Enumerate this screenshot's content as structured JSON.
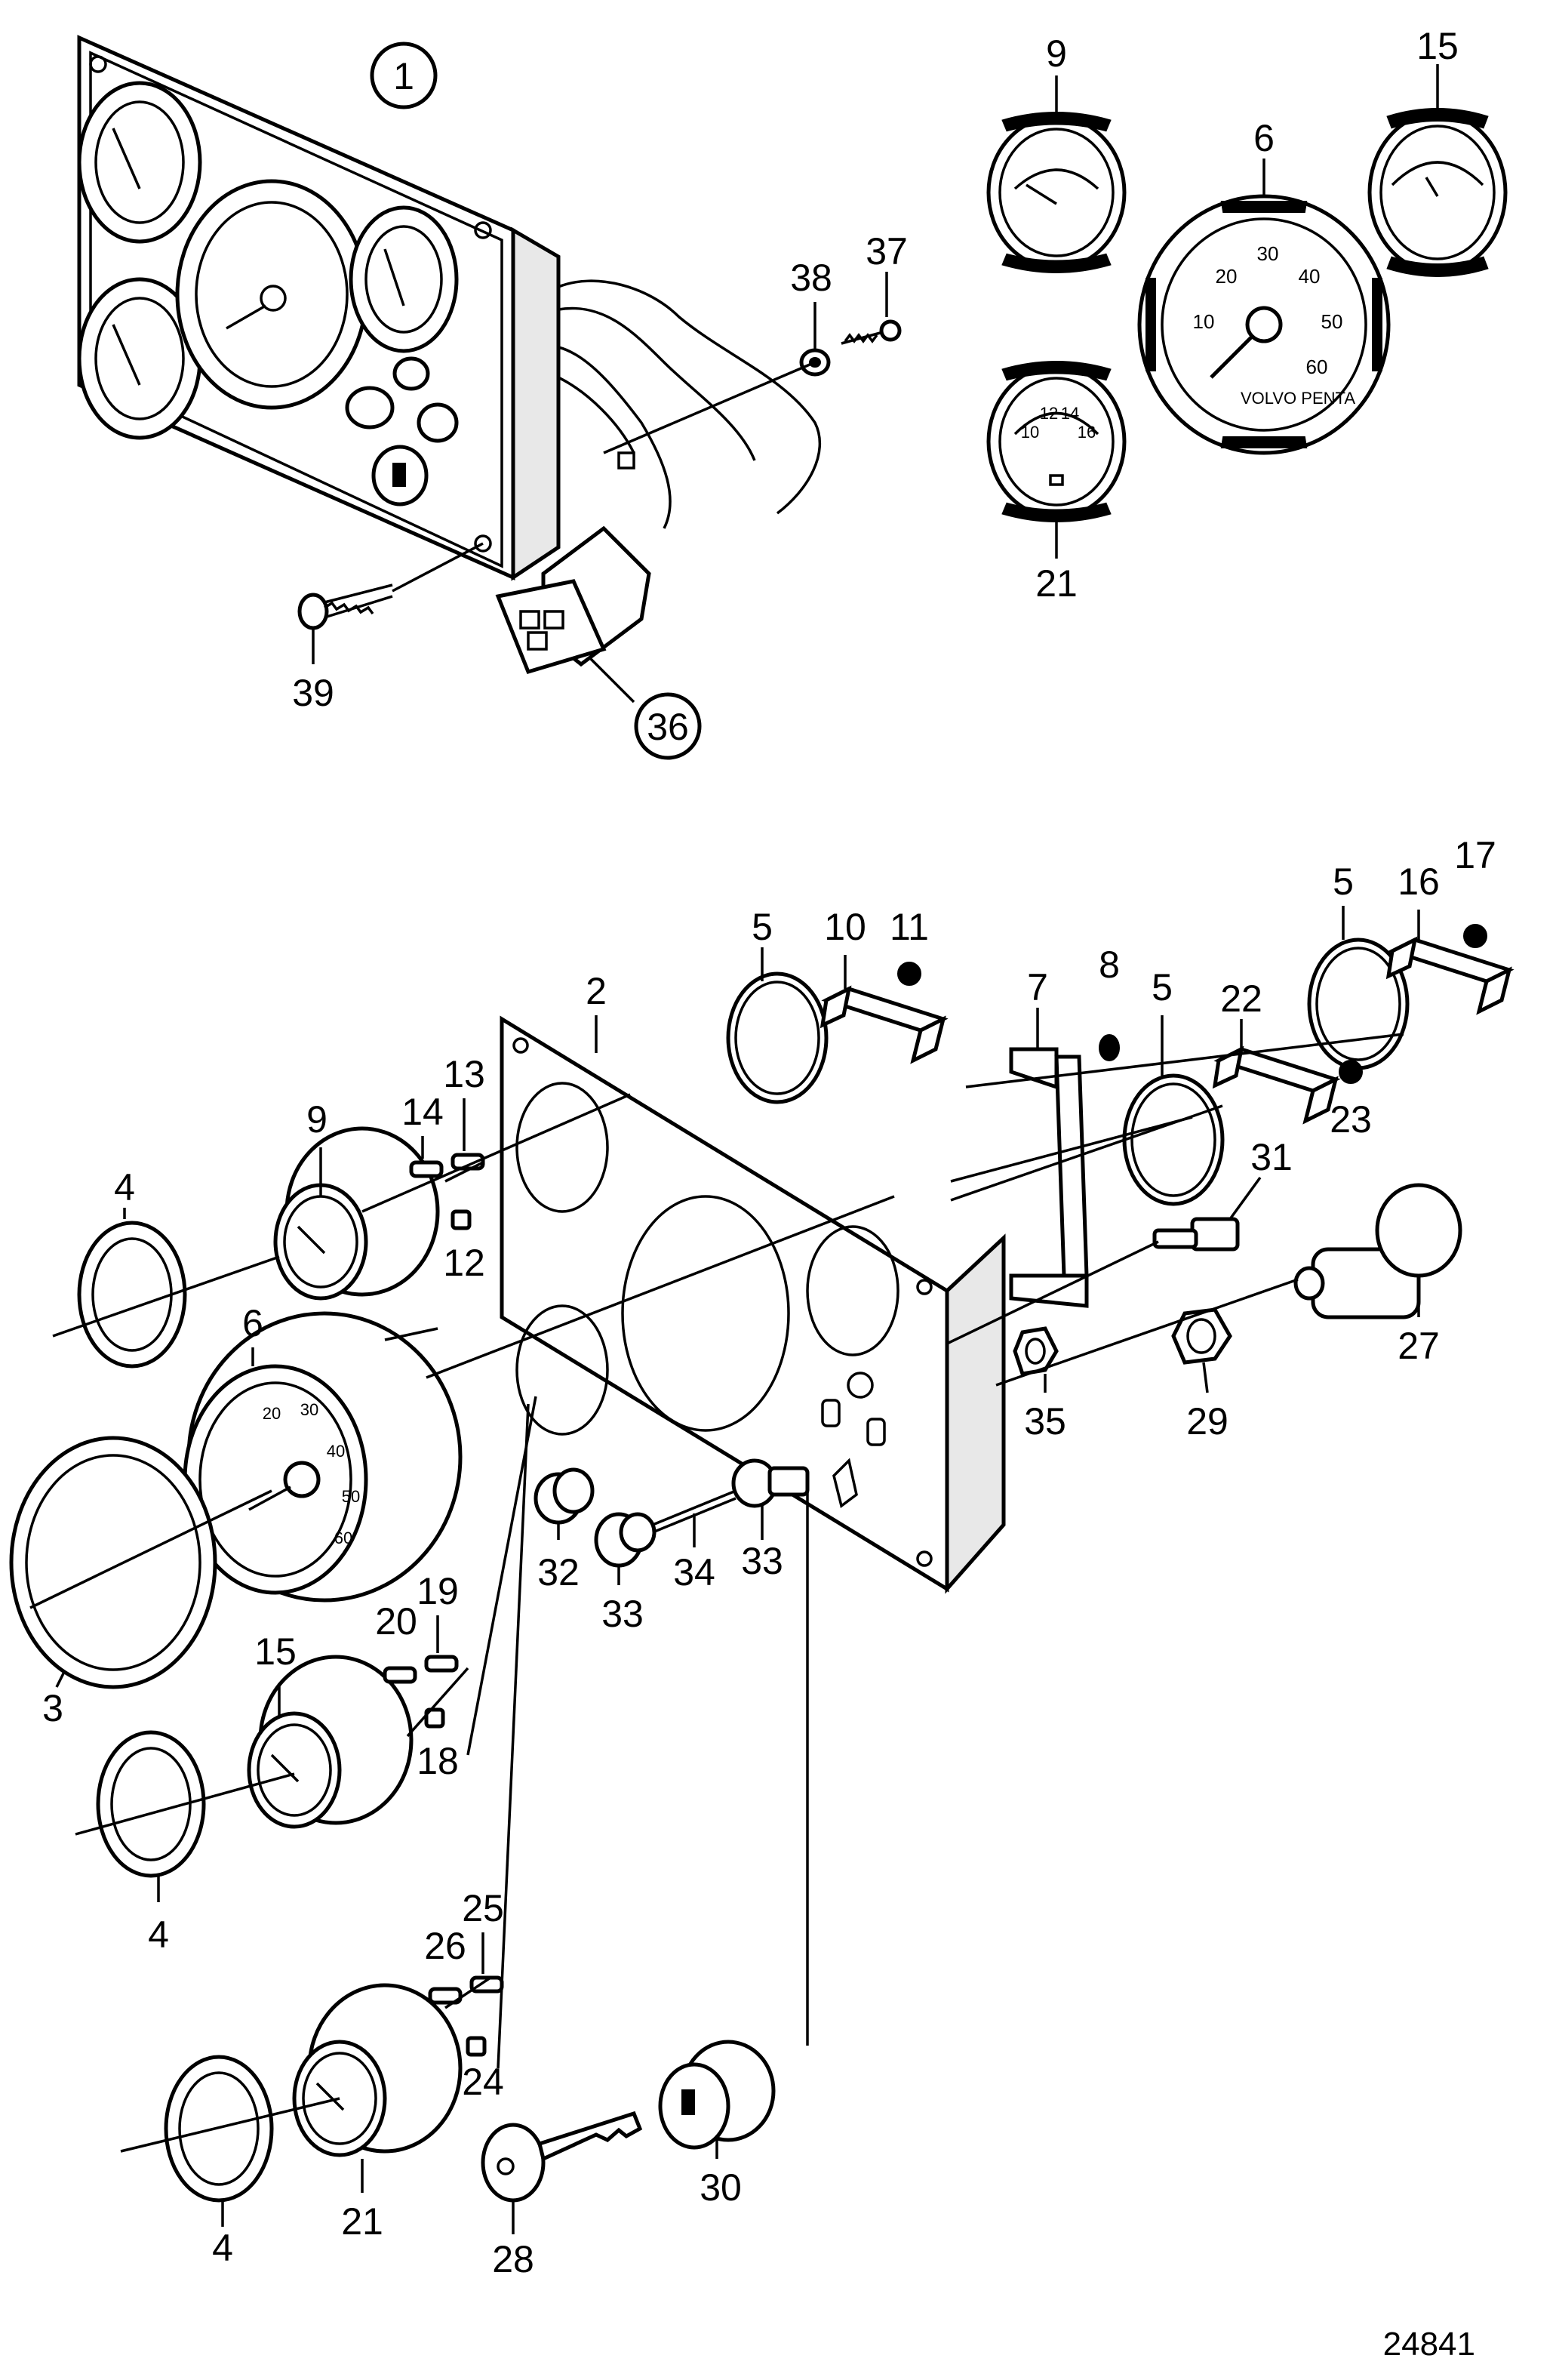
{
  "callouts": {
    "c1": "1",
    "c2": "2",
    "c3": "3",
    "c4a": "4",
    "c4b": "4",
    "c4c": "4",
    "c5a": "5",
    "c5b": "5",
    "c5c": "5",
    "c6top": "6",
    "c6": "6",
    "c7": "7",
    "c8": "8",
    "c9top": "9",
    "c9": "9",
    "c10": "10",
    "c11": "11",
    "c12": "12",
    "c13": "13",
    "c14": "14",
    "c15top": "15",
    "c15": "15",
    "c16": "16",
    "c17": "17",
    "c18": "18",
    "c19": "19",
    "c20": "20",
    "c21top": "21",
    "c21": "21",
    "c22": "22",
    "c23": "23",
    "c24": "24",
    "c25": "25",
    "c26": "26",
    "c27": "27",
    "c28": "28",
    "c29": "29",
    "c30": "30",
    "c31": "31",
    "c32": "32",
    "c33a": "33",
    "c33b": "33",
    "c34": "34",
    "c35": "35",
    "c36": "36",
    "c37": "37",
    "c38": "38",
    "c39": "39"
  },
  "tachometer": {
    "scale": [
      "10",
      "20",
      "30",
      "40",
      "50",
      "60"
    ],
    "brand": "VOLVO PENTA"
  },
  "voltmeter_scale": [
    "10",
    "12",
    "14",
    "16"
  ],
  "exploded_tacho_scale": [
    "20",
    "30",
    "40",
    "50",
    "60"
  ],
  "figure_number": "24841"
}
